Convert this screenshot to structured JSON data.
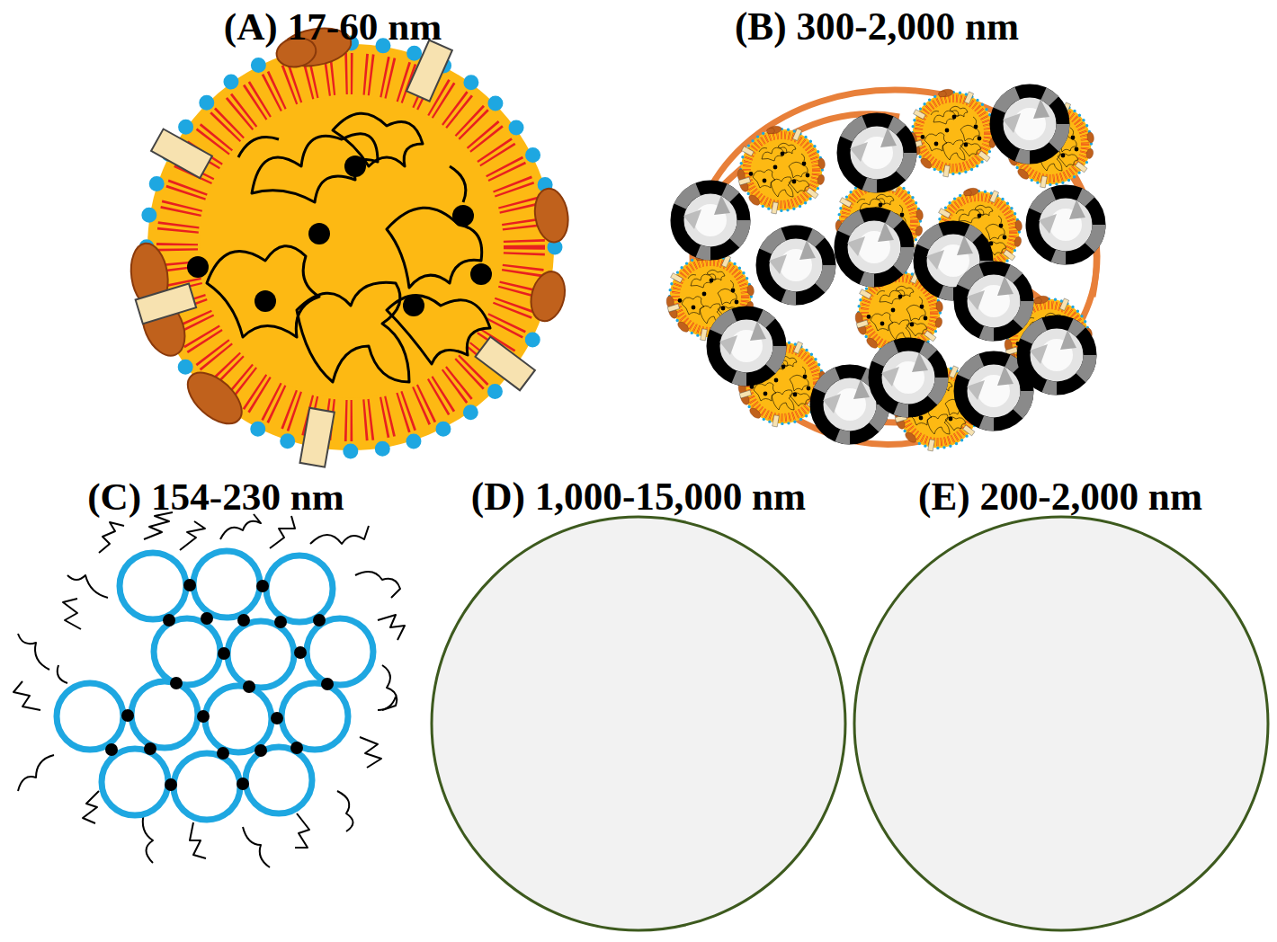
{
  "diagram": {
    "nodes": [
      {
        "text": [
          "(A) 17-60 nm"
        ]
      },
      {
        "text": [
          "(B) 300-2,000 nm"
        ]
      },
      {
        "text": [
          "(C) 154-230 nm"
        ]
      },
      {
        "text": [
          "(D) 1,000-15,000 nm"
        ]
      },
      {
        "text": [
          "(E) 200-2,000 nm"
        ]
      }
    ]
  }
}
